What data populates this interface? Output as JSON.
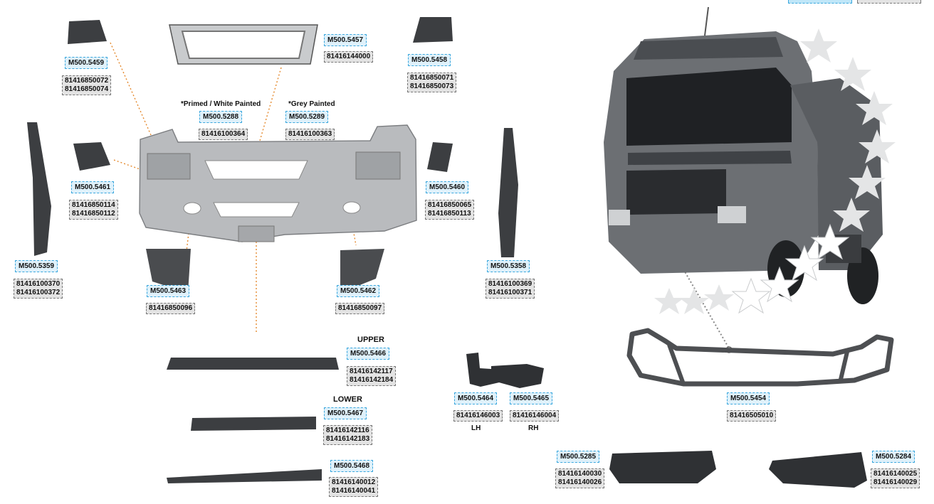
{
  "parts": [
    {
      "code": "M500.5459",
      "nums": "81416850072\n81416850074"
    },
    {
      "code": "M500.5457",
      "nums": "81416144000"
    },
    {
      "code": "M500.5458",
      "nums": "81416850071\n81416850073"
    },
    {
      "code": "M500.5288",
      "nums": "81416100364",
      "note": "*Primed / White Painted"
    },
    {
      "code": "M500.5289",
      "nums": "81416100363",
      "note": "*Grey Painted"
    },
    {
      "code": "M500.5461",
      "nums": "81416850114\n81416850112"
    },
    {
      "code": "M500.5460",
      "nums": "81416850065\n81416850113"
    },
    {
      "code": "M500.5359",
      "nums": "81416100370\n81416100372"
    },
    {
      "code": "M500.5358",
      "nums": "81416100369\n81416100371"
    },
    {
      "code": "M500.5463",
      "nums": "81416850096"
    },
    {
      "code": "M500.5462",
      "nums": "81416850097"
    },
    {
      "code": "M500.5466",
      "nums": "81416142117\n81416142184",
      "note": "UPPER"
    },
    {
      "code": "M500.5467",
      "nums": "81416142116\n81416142183",
      "note": "LOWER"
    },
    {
      "code": "M500.5468",
      "nums": "81416140012\n81416140041"
    },
    {
      "code": "M500.5464",
      "nums": "81416146003",
      "side": "LH"
    },
    {
      "code": "M500.5465",
      "nums": "81416146004",
      "side": "RH"
    },
    {
      "code": "M500.5454",
      "nums": "81416505010"
    },
    {
      "code": "M500.5285",
      "nums": "81416140030\n81416140026"
    },
    {
      "code": "M500.5284",
      "nums": "81416140025\n81416140029"
    }
  ],
  "colors": {
    "code_bg": "#dff1fb",
    "code_border": "#3aa7dd",
    "num_bg": "#e3e3e3",
    "part_grey": "#3c3e41",
    "bumper_grey": "#b9bbbe",
    "dot_orange": "#e58a2f"
  }
}
